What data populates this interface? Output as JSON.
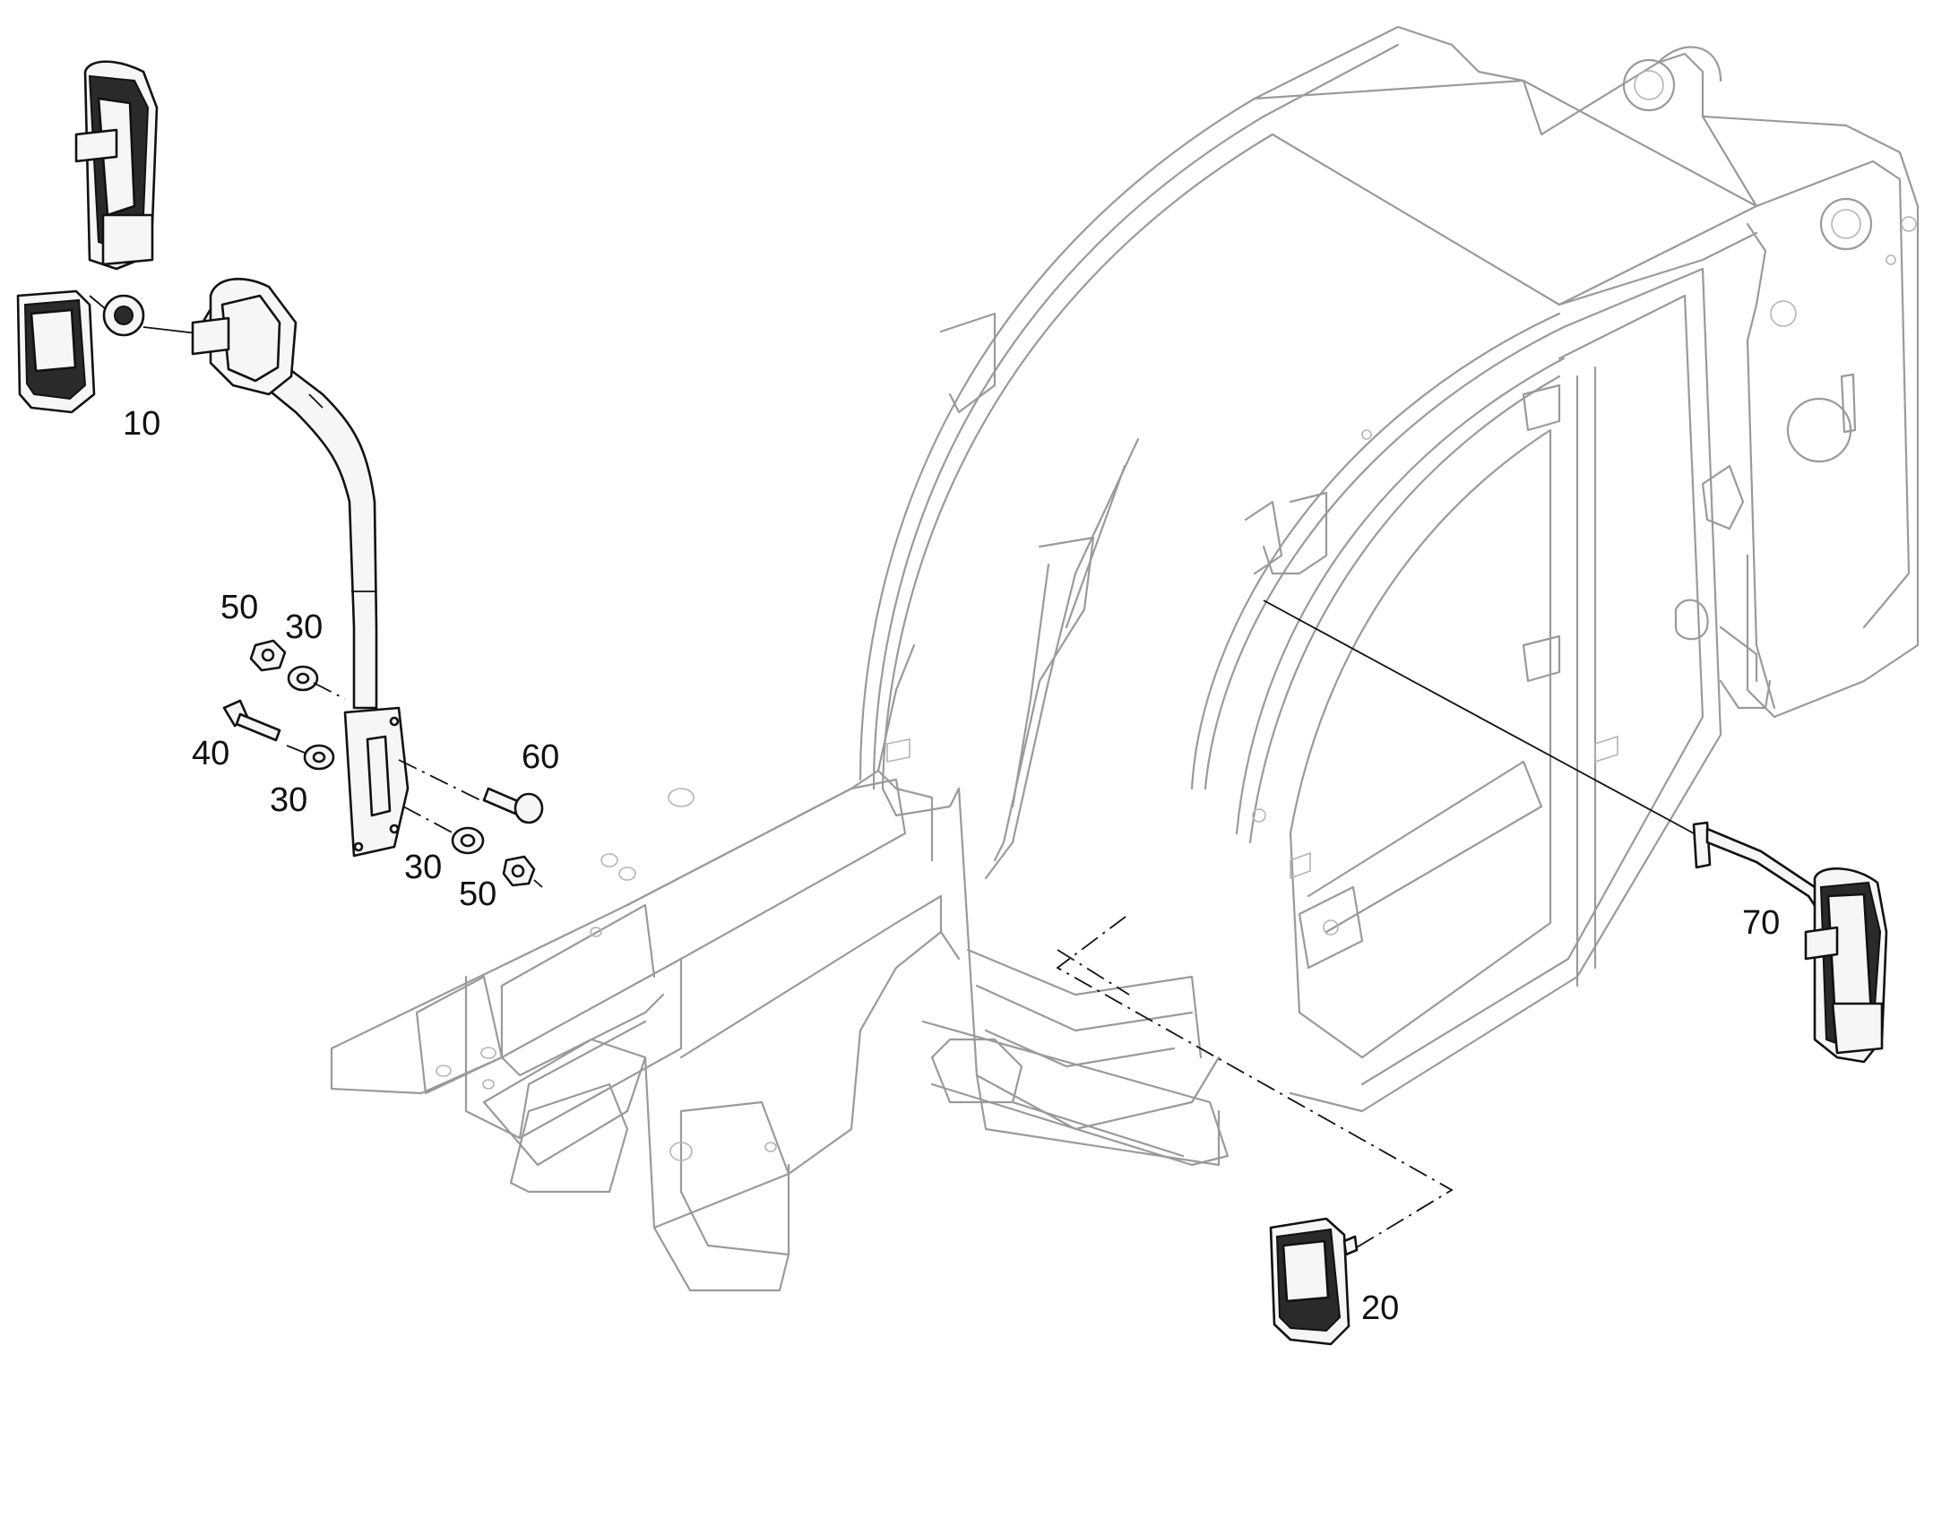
{
  "diagram": {
    "callouts": [
      {
        "id": "c10",
        "text": "10"
      },
      {
        "id": "c50a",
        "text": "50"
      },
      {
        "id": "c30a",
        "text": "30"
      },
      {
        "id": "c40",
        "text": "40"
      },
      {
        "id": "c60",
        "text": "60"
      },
      {
        "id": "c30b",
        "text": "30"
      },
      {
        "id": "c30c",
        "text": "30"
      },
      {
        "id": "c50b",
        "text": "50"
      },
      {
        "id": "c70",
        "text": "70"
      },
      {
        "id": "c20",
        "text": "20"
      }
    ]
  },
  "colors": {
    "part_outline": "#111111",
    "background_outline": "#9a9a9a",
    "background": "#ffffff"
  }
}
